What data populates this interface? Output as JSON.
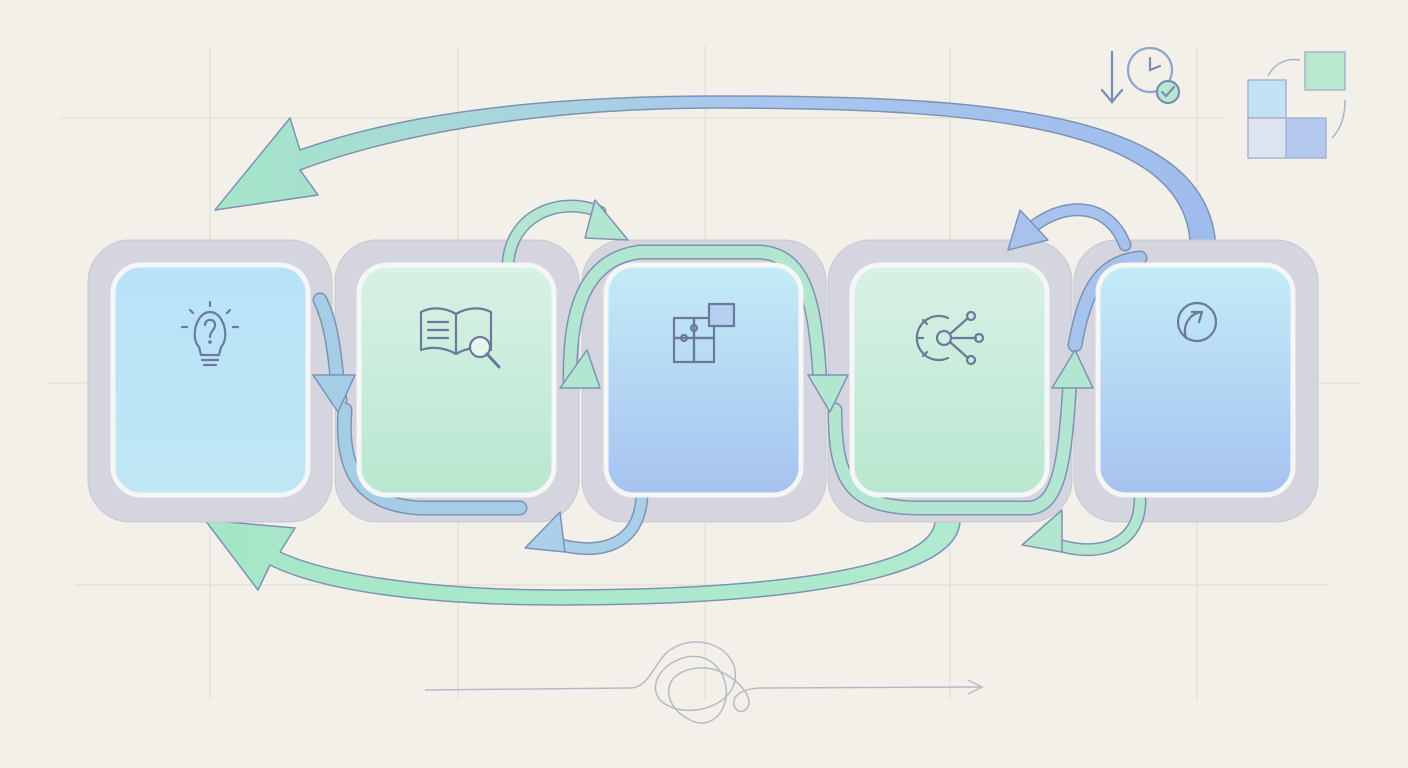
{
  "diagram": {
    "stages": [
      {
        "icon": "lightbulb-question-icon",
        "tone": "blue"
      },
      {
        "icon": "book-magnifier-icon",
        "tone": "green"
      },
      {
        "icon": "puzzle-icon",
        "tone": "blue"
      },
      {
        "icon": "gear-network-icon",
        "tone": "green"
      },
      {
        "icon": "circular-arrow-icon",
        "tone": "blue"
      }
    ],
    "corner_icons": [
      "clock-download-check-icon",
      "puzzle-cycle-icon"
    ],
    "bottom_icon": "tangled-line-arrow-icon",
    "colors": {
      "background": "#f3f0ea",
      "grid": "#e2ded6",
      "frame": "#d2d3dc",
      "blue": "#a9c3f0",
      "light_blue": "#bfe6f6",
      "green": "#b8e8d0",
      "outline": "#6f7f9c"
    }
  }
}
